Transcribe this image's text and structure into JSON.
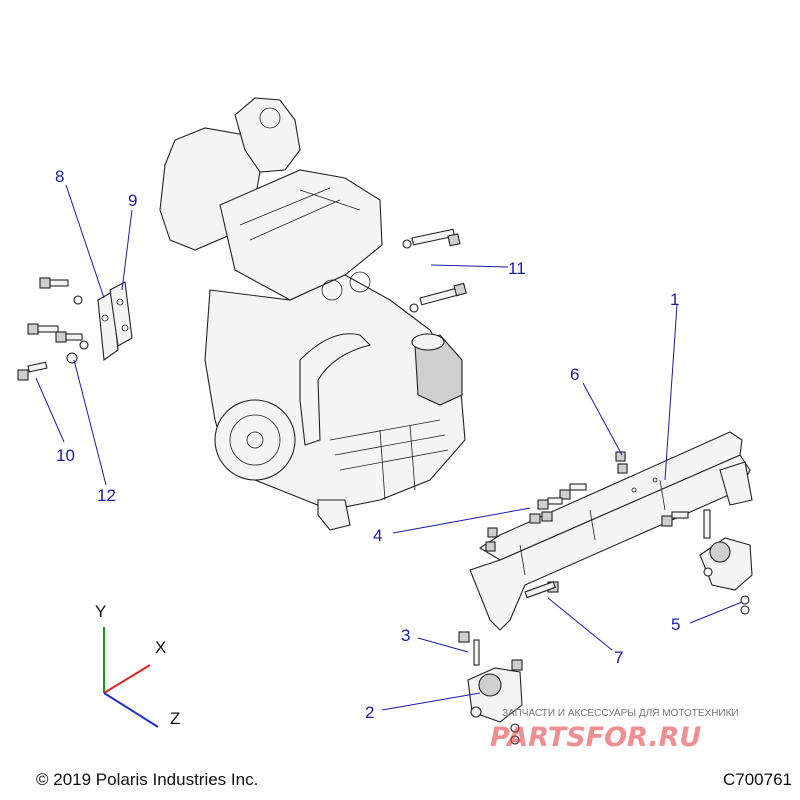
{
  "callouts": [
    {
      "id": "1",
      "label": "1"
    },
    {
      "id": "2",
      "label": "2"
    },
    {
      "id": "3",
      "label": "3"
    },
    {
      "id": "4",
      "label": "4"
    },
    {
      "id": "5",
      "label": "5"
    },
    {
      "id": "6",
      "label": "6"
    },
    {
      "id": "7",
      "label": "7"
    },
    {
      "id": "8",
      "label": "8"
    },
    {
      "id": "9",
      "label": "9"
    },
    {
      "id": "10",
      "label": "10"
    },
    {
      "id": "11",
      "label": "11"
    },
    {
      "id": "12",
      "label": "12"
    }
  ],
  "axes": {
    "y": "Y",
    "x": "X",
    "z": "Z"
  },
  "footer": {
    "copyright": "© 2019 Polaris Industries Inc.",
    "drawing_id": "C700761"
  },
  "watermark": {
    "tagline": "ЗАПЧАСТИ И АКСЕССУАРЫ ДЛЯ МОТОТЕХНИКИ",
    "logo": "PARTSFOR.RU"
  },
  "colors": {
    "callout": "#1a1aa8",
    "axis_x": "#e02020",
    "axis_y": "#1a9a1a",
    "axis_z": "#2030d0",
    "watermark": "#e6333a"
  }
}
